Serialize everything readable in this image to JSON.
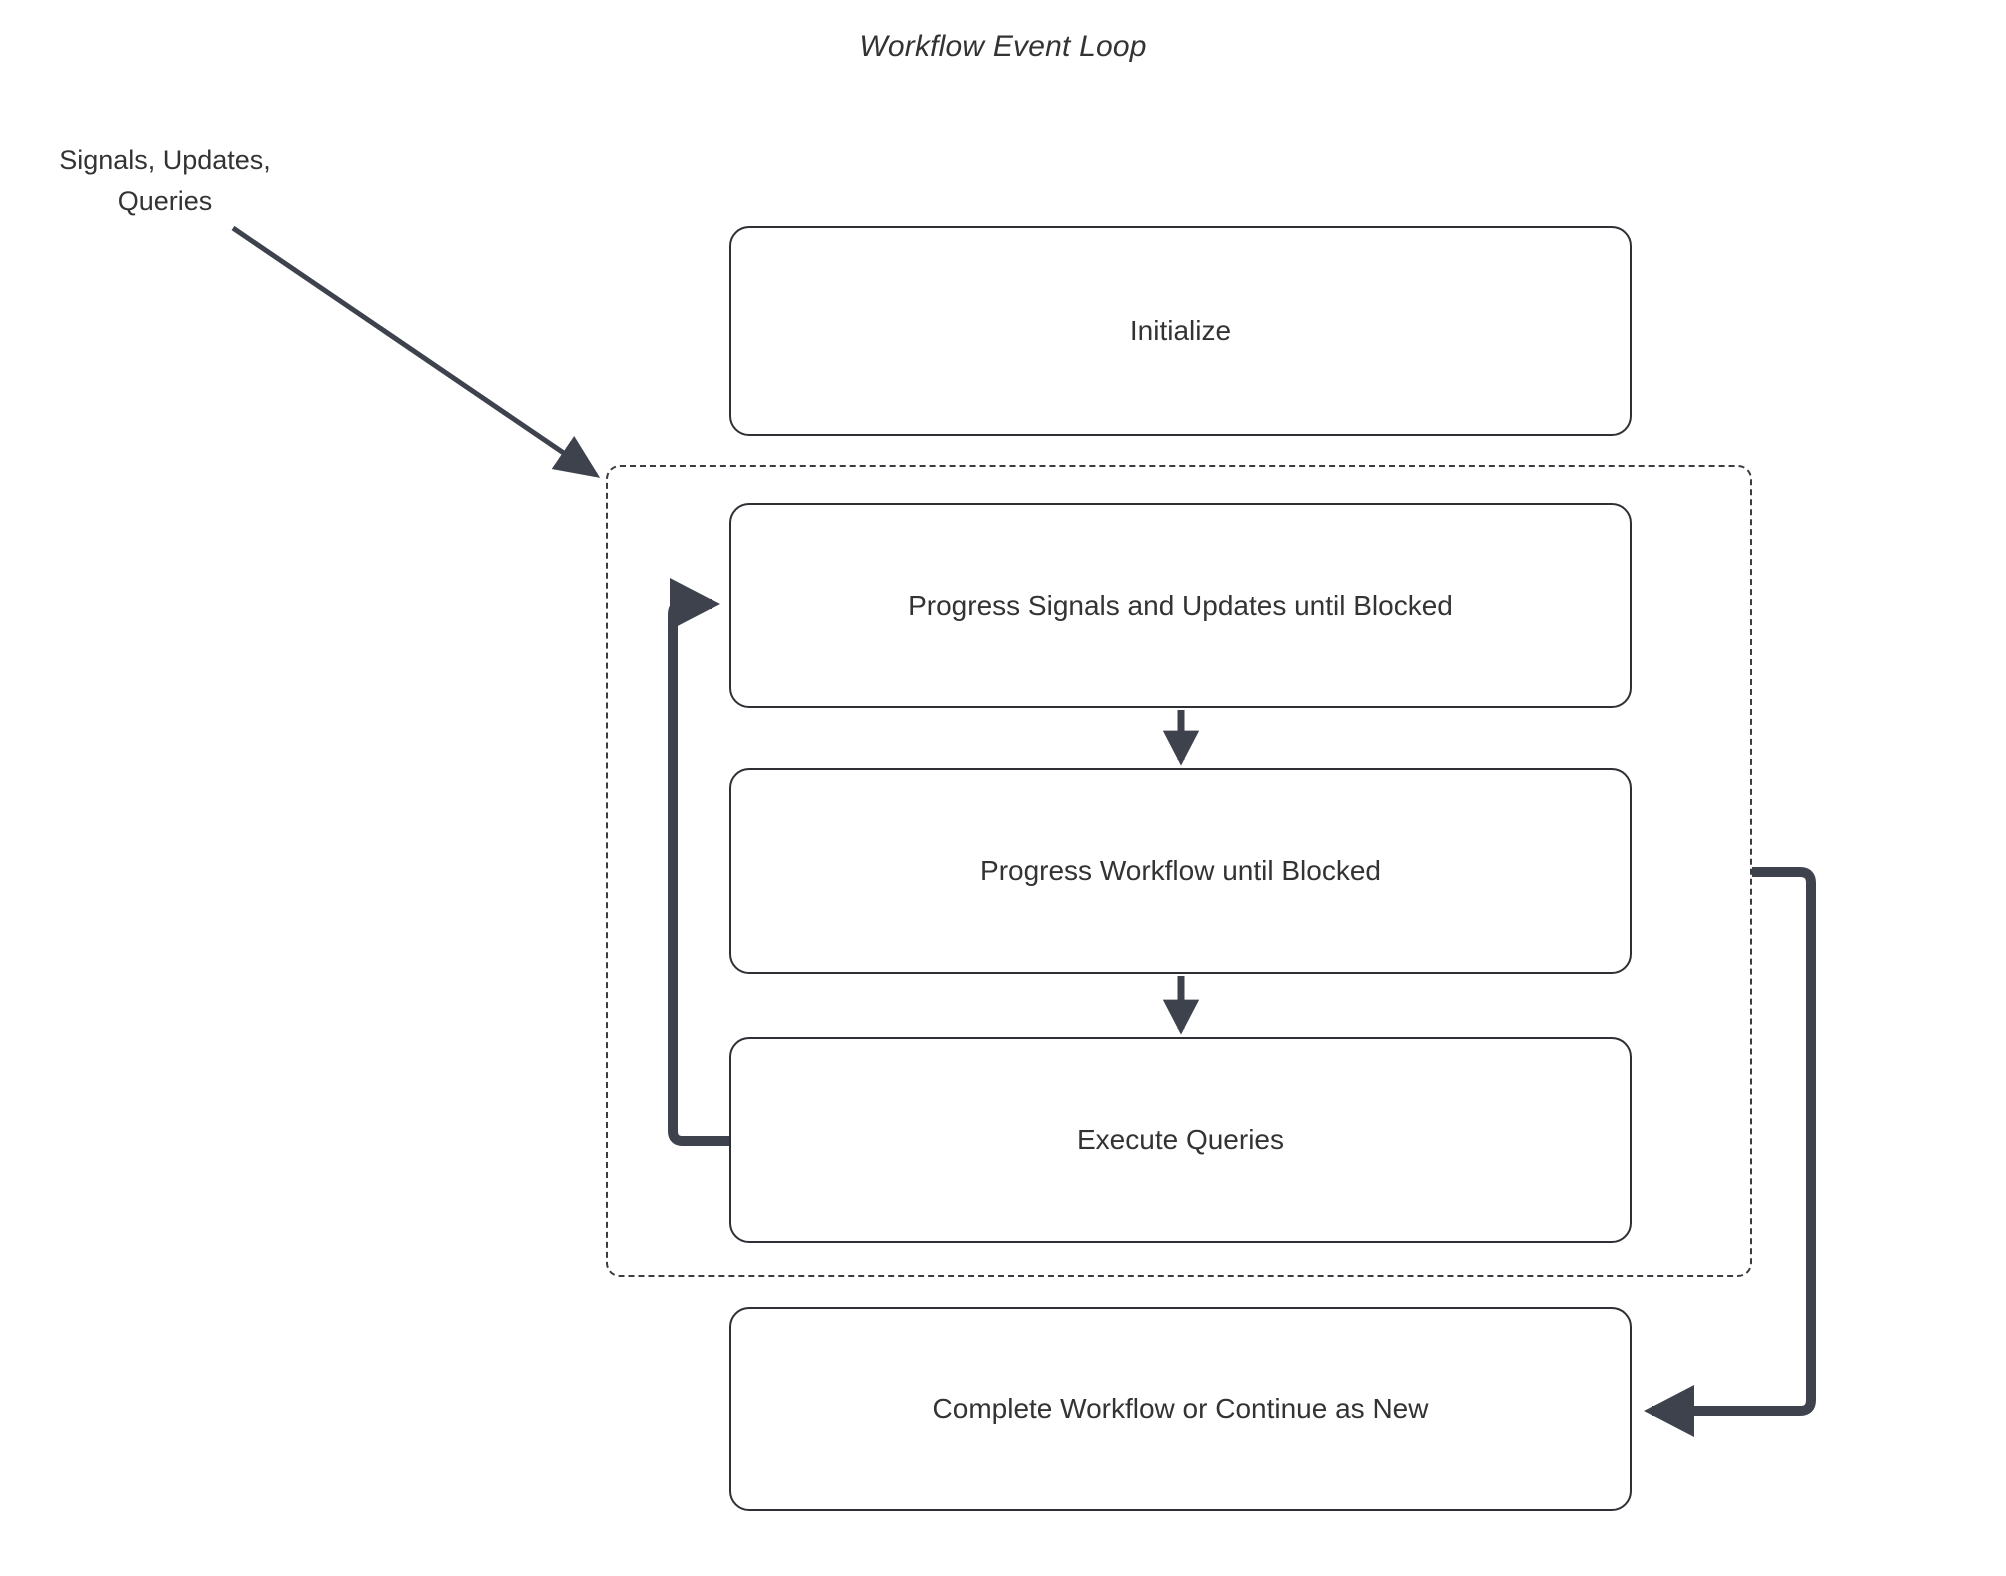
{
  "diagram": {
    "title": "Workflow Event Loop",
    "external_input_label": "Signals, Updates,\nQueries",
    "colors": {
      "node_border": "#2f2f36",
      "node_fill": "#ffffff",
      "text": "#333333",
      "edge": "#3d424d",
      "loop_border": "#3b3b42",
      "background": "#ffffff"
    },
    "nodes": [
      {
        "id": "initialize",
        "label": "Initialize"
      },
      {
        "id": "progress-signals",
        "label": "Progress Signals and Updates until Blocked"
      },
      {
        "id": "progress-workflow",
        "label": "Progress Workflow until Blocked"
      },
      {
        "id": "execute-queries",
        "label": "Execute Queries"
      },
      {
        "id": "complete-workflow",
        "label": "Complete Workflow or Continue as New"
      }
    ],
    "loop_group": {
      "id": "event-loop-group",
      "label": "",
      "style": "dashed"
    },
    "edges": [
      {
        "from": "external-input",
        "to": "event-loop-group",
        "style": "arrow-diagonal"
      },
      {
        "from": "progress-signals",
        "to": "progress-workflow",
        "style": "arrow-down"
      },
      {
        "from": "progress-workflow",
        "to": "execute-queries",
        "style": "arrow-down"
      },
      {
        "from": "execute-queries",
        "to": "progress-signals",
        "style": "loop-back-left"
      },
      {
        "from": "event-loop-group",
        "to": "complete-workflow",
        "style": "loop-right-down"
      }
    ]
  }
}
